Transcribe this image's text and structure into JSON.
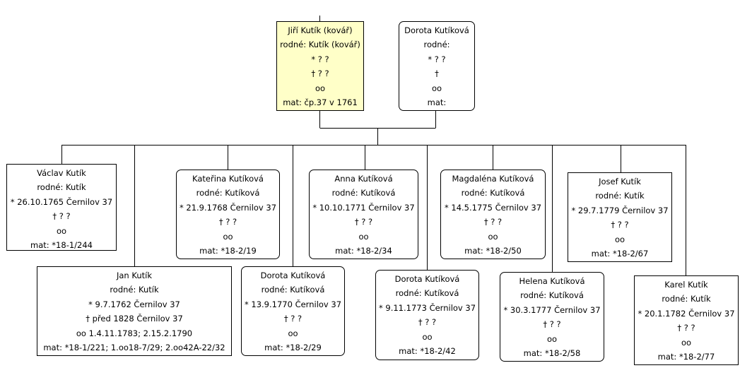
{
  "colors": {
    "line": "#000000",
    "card_border": "#000000",
    "highlight_fill": "#ffffc8",
    "background": "#ffffff"
  },
  "parents": [
    {
      "name": "Jiří Kutík (kovář)",
      "maiden": "rodné: Kutík (kovář)",
      "birth": "* ? ?",
      "death": "† ? ?",
      "marriage": "oo",
      "record": "mat: čp.37 v 1761"
    },
    {
      "name": "Dorota Kutíková",
      "maiden": "rodné:",
      "birth": "* ? ?",
      "death": "†",
      "marriage": "oo",
      "record": "mat:"
    }
  ],
  "children": [
    {
      "name": "Václav Kutík",
      "maiden": "rodné: Kutík",
      "birth": "* 26.10.1765 Černilov 37",
      "death": "† ? ?",
      "marriage": "oo",
      "record": "mat: *18-1/244"
    },
    {
      "name": "Jan Kutík",
      "maiden": "rodné: Kutík",
      "birth": "* 9.7.1762 Černilov 37",
      "death": "† před 1828 Černilov 37",
      "marriage": "oo 1.4.11.1783; 2.15.2.1790",
      "record": "mat: *18-1/221; 1.oo18-7/29; 2.oo42A-22/32"
    },
    {
      "name": "Kateřina Kutíková",
      "maiden": "rodné: Kutíková",
      "birth": "* 21.9.1768 Černilov 37",
      "death": "† ? ?",
      "marriage": "oo",
      "record": "mat: *18-2/19"
    },
    {
      "name": "Dorota Kutíková",
      "maiden": "rodné: Kutíková",
      "birth": "* 13.9.1770 Černilov 37",
      "death": "† ? ?",
      "marriage": "oo",
      "record": "mat: *18-2/29"
    },
    {
      "name": "Anna Kutíková",
      "maiden": "rodné: Kutíková",
      "birth": "* 10.10.1771 Černilov 37",
      "death": "† ? ?",
      "marriage": "oo",
      "record": "mat: *18-2/34"
    },
    {
      "name": "Dorota Kutíková",
      "maiden": "rodné: Kutíková",
      "birth": "* 9.11.1773 Černilov 37",
      "death": "† ? ?",
      "marriage": "oo",
      "record": "mat: *18-2/42"
    },
    {
      "name": "Magdaléna Kutíková",
      "maiden": "rodné: Kutíková",
      "birth": "* 14.5.1775 Černilov 37",
      "death": "† ? ?",
      "marriage": "oo",
      "record": "mat: *18-2/50"
    },
    {
      "name": "Helena Kutíková",
      "maiden": "rodné: Kutíková",
      "birth": "* 30.3.1777 Černilov 37",
      "death": "† ? ?",
      "marriage": "oo",
      "record": "mat: *18-2/58"
    },
    {
      "name": "Josef Kutík",
      "maiden": "rodné: Kutík",
      "birth": "* 29.7.1779 Černilov 37",
      "death": "† ? ?",
      "marriage": "oo",
      "record": "mat: *18-2/67"
    },
    {
      "name": "Karel Kutík",
      "maiden": "rodné: Kutík",
      "birth": "* 20.1.1782 Černilov 37",
      "death": "† ? ?",
      "marriage": "oo",
      "record": "mat: *18-2/77"
    }
  ]
}
